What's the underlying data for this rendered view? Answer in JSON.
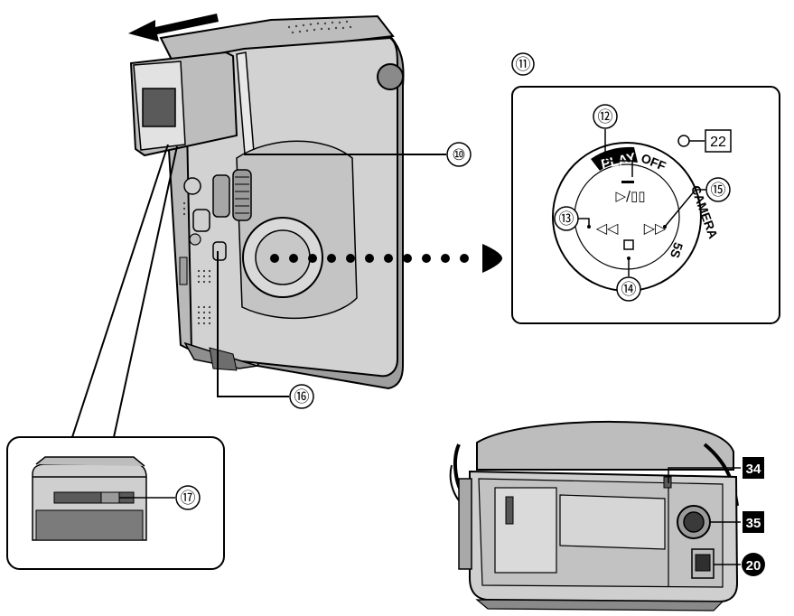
{
  "callouts": {
    "n10": "⑩",
    "n11": "⑪",
    "n12": "⑫",
    "n13": "⑬",
    "n14": "⑭",
    "n15": "⑮",
    "n16": "⑯",
    "n17": "⑰",
    "n22": "22",
    "n34": "34",
    "n35": "35",
    "n20": "20"
  },
  "dial": {
    "play": "PLAY",
    "off": "OFF",
    "camera": "CAMERA",
    "five_s": "5S",
    "play_pause_symbol": "▷/▯▯",
    "rewind_symbol": "◁◁",
    "fastforward_symbol": "▷▷"
  },
  "colors": {
    "ink": "#000000",
    "body_gray": "#cfcfcf",
    "dark_gray": "#7a7a7a",
    "mid_gray": "#a9a9a9",
    "paper": "#ffffff"
  }
}
